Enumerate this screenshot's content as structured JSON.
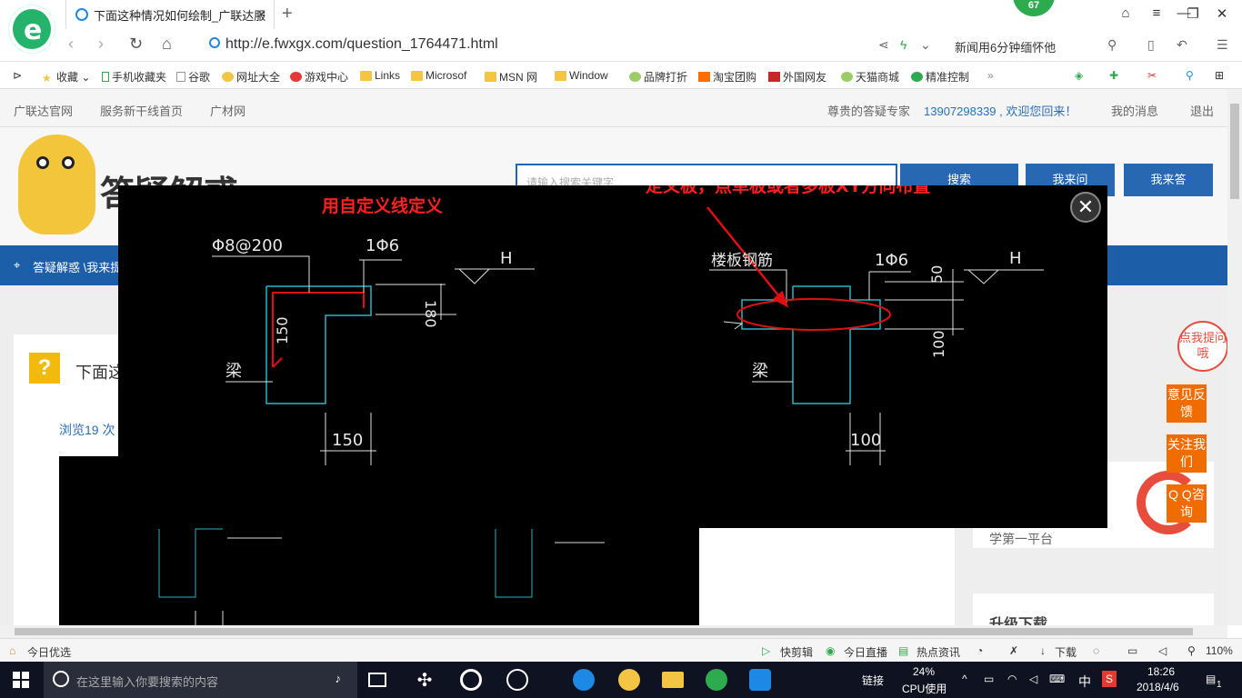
{
  "browser": {
    "tab_title": "下面这种情况如何绘制_广联达服",
    "tab_close": "✕",
    "new_tab": "+",
    "badge_count": "67",
    "url": "http://e.fwxgx.com/question_1764471.html",
    "news_ticker": "新闻用6分钟缅怀他",
    "bookmarks": [
      "收藏",
      "手机收藏夹",
      "谷歌",
      "网址大全",
      "游戏中心",
      "Links",
      "Microsof",
      "MSN 网",
      "Window",
      "品牌打折",
      "淘宝团购",
      "外国网友",
      "天猫商城",
      "精准控制"
    ]
  },
  "site": {
    "top_links": [
      "广联达官网",
      "服务新干线首页",
      "广材网"
    ],
    "user_role": "尊贵的答疑专家",
    "user_phone_greeting": "13907298339 , 欢迎您回来！",
    "my_messages": "我的消息",
    "logout": "退出",
    "site_title": "答疑解惑",
    "search_placeholder": "请输入搜索关键字",
    "search_button": "搜索",
    "ask_button": "我来问",
    "answer_button": "我来答",
    "breadcrumb": "答疑解惑 \\我来提",
    "question_title": "下面这",
    "views": "浏览19 次",
    "promo_text": "学第一平台",
    "upgrade": "升级下载",
    "ask_me": "点我提问哦",
    "feedback": "意见反馈",
    "follow": "关注我们",
    "qq": "Q Q咨询"
  },
  "lightbox": {
    "annotation_left": "用自定义线定义",
    "annotation_right": "定义板，点单板或者多板XY方向布置",
    "close": "✕",
    "left_rebar_label": "Φ8@200",
    "left_top_label": "1Φ6",
    "h_label": "H",
    "dim_180": "180",
    "dim_150_vertical": "150",
    "beam_label": "梁",
    "dim_150_bottom": "150",
    "right_slab_label": "楼板钢筋",
    "right_top_label": "1Φ6",
    "dim_50": "50",
    "dim_100_vertical": "100",
    "dim_100_bottom": "100"
  },
  "status": {
    "today_pick": "今日优选",
    "quick_cut": "快剪辑",
    "live": "今日直播",
    "hot_news": "热点资讯",
    "download": "下载",
    "zoom": "110%"
  },
  "taskbar": {
    "search_placeholder": "在这里输入你要搜索的内容",
    "link_label": "链接",
    "cpu_percent": "24%",
    "cpu_label": "CPU使用",
    "ime": "中",
    "time": "18:26",
    "date": "2018/4/6",
    "notification_count": "1"
  }
}
